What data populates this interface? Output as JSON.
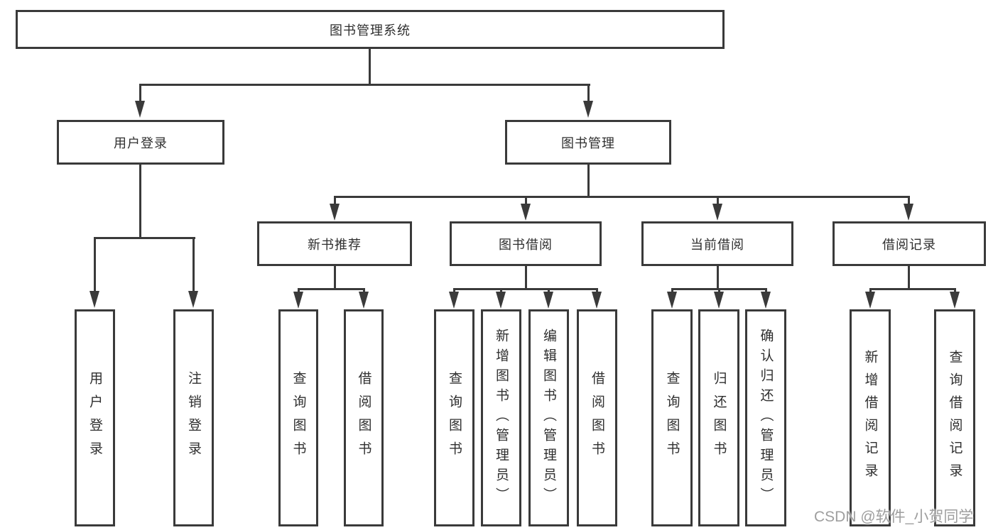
{
  "tree": {
    "root": {
      "label": "图书管理系统",
      "children": [
        {
          "label": "用户登录",
          "children": [
            {
              "label": "用户登录"
            },
            {
              "label": "注销登录"
            }
          ]
        },
        {
          "label": "图书管理",
          "children": [
            {
              "label": "新书推荐",
              "children": [
                {
                  "label": "查询图书"
                },
                {
                  "label": "借阅图书"
                }
              ]
            },
            {
              "label": "图书借阅",
              "children": [
                {
                  "label": "查询图书"
                },
                {
                  "label": "新增图书（管理员）"
                },
                {
                  "label": "编辑图书（管理员）"
                },
                {
                  "label": "借阅图书"
                }
              ]
            },
            {
              "label": "当前借阅",
              "children": [
                {
                  "label": "查询图书"
                },
                {
                  "label": "归还图书"
                },
                {
                  "label": "确认归还（管理员）"
                }
              ]
            },
            {
              "label": "借阅记录",
              "children": [
                {
                  "label": "新增借阅记录"
                },
                {
                  "label": "查询借阅记录"
                }
              ]
            }
          ]
        }
      ]
    }
  },
  "watermark": {
    "text": "CSDN @软件_小贺同学"
  },
  "colors": {
    "border": "#3a3a3a",
    "line": "#3a3a3a",
    "text": "#2f2f2f",
    "watermark": "#9e9e9e",
    "background": "#ffffff"
  }
}
